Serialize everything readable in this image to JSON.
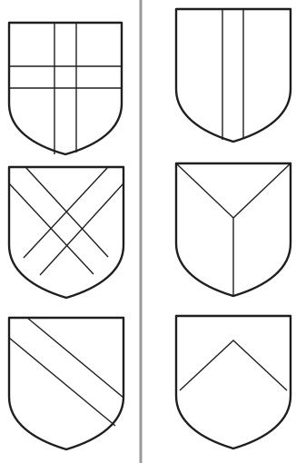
{
  "colors": {
    "background": "#ffffff",
    "outline": "#1f1f1f",
    "divider": "#9a9a9a"
  },
  "shields": [
    {
      "name": "shield-cross",
      "type": "cross"
    },
    {
      "name": "shield-pale",
      "type": "pale"
    },
    {
      "name": "shield-saltire",
      "type": "saltire"
    },
    {
      "name": "shield-pall-inverted",
      "type": "pall"
    },
    {
      "name": "shield-bend",
      "type": "bend"
    },
    {
      "name": "shield-chevron",
      "type": "chevron"
    }
  ]
}
